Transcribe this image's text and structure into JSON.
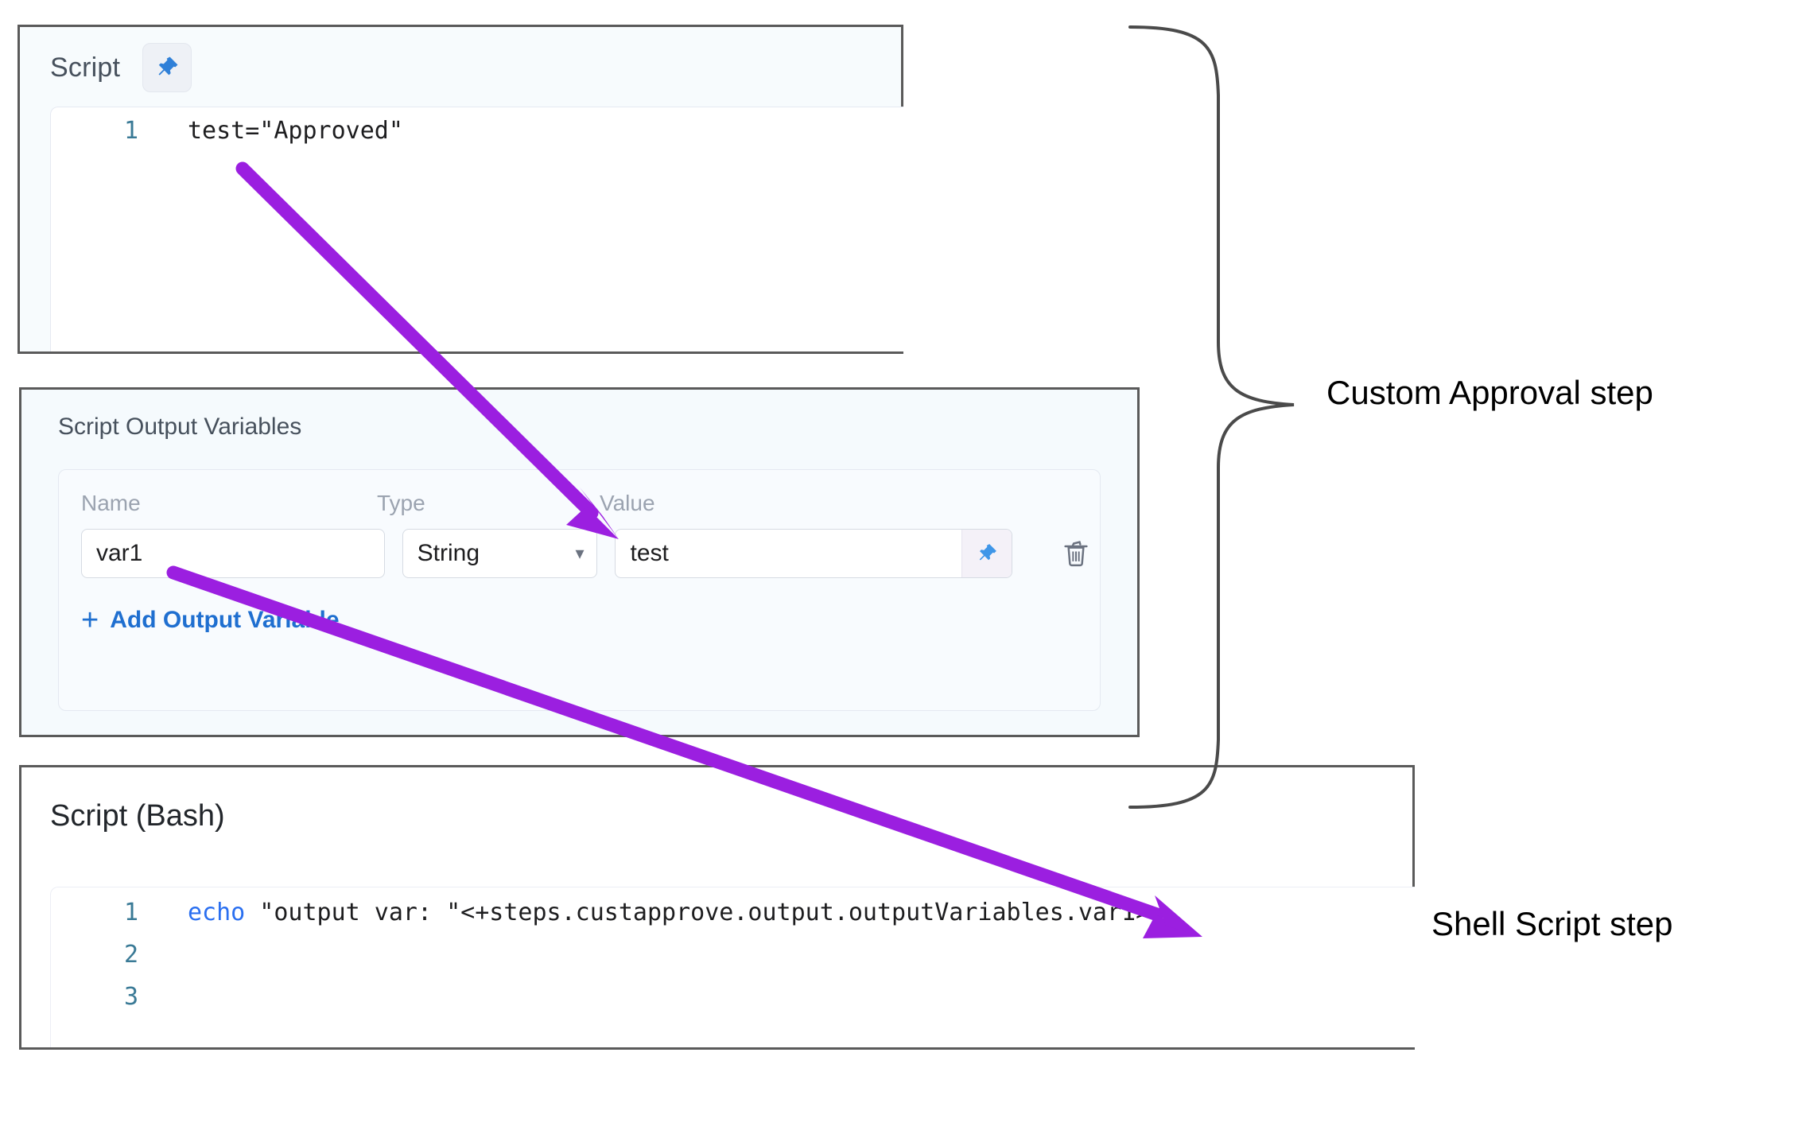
{
  "script_panel": {
    "title": "Script",
    "pin_icon": "pin-icon",
    "code": {
      "lines": [
        {
          "number": "1",
          "text": "test=\"Approved\""
        }
      ]
    }
  },
  "output_variables_panel": {
    "title": "Script Output Variables",
    "columns": {
      "name": "Name",
      "type": "Type",
      "value": "Value"
    },
    "rows": [
      {
        "name": "var1",
        "type": "String",
        "type_chevron": "chevron-down-icon",
        "value": "test",
        "value_pin_icon": "pin-icon",
        "delete_icon": "trash-icon"
      }
    ],
    "add_button": {
      "plus": "+",
      "label": "Add Output Variable"
    }
  },
  "bash_panel": {
    "title": "Script (Bash)",
    "code": {
      "lines": [
        {
          "number": "1",
          "keyword": "echo",
          "text": " \"output var: \"<+steps.custapprove.output.outputVariables.var1>"
        },
        {
          "number": "2",
          "keyword": "",
          "text": ""
        },
        {
          "number": "3",
          "keyword": "",
          "text": ""
        }
      ]
    }
  },
  "annotations": {
    "brace_label": "Custom Approval step",
    "shell_label": "Shell Script step",
    "arrow_color": "#9b1fe0",
    "brace_color": "#4a4a4a",
    "arrows": [
      {
        "name": "arrow-script-to-value",
        "from": "test=\"Approved\"",
        "to": "Value column"
      },
      {
        "name": "arrow-var1-to-expression",
        "from": "var1",
        "to": "outputVariables.var1"
      }
    ]
  },
  "colors": {
    "panel_border": "#5a5a5a",
    "panel_bg_light_blue": "#f7fbfd",
    "accent_blue": "#1f6fd0",
    "pin_blue": "#2f80d8",
    "code_line_number": "#3a7a96",
    "keyword_blue": "#2a6ff0"
  }
}
